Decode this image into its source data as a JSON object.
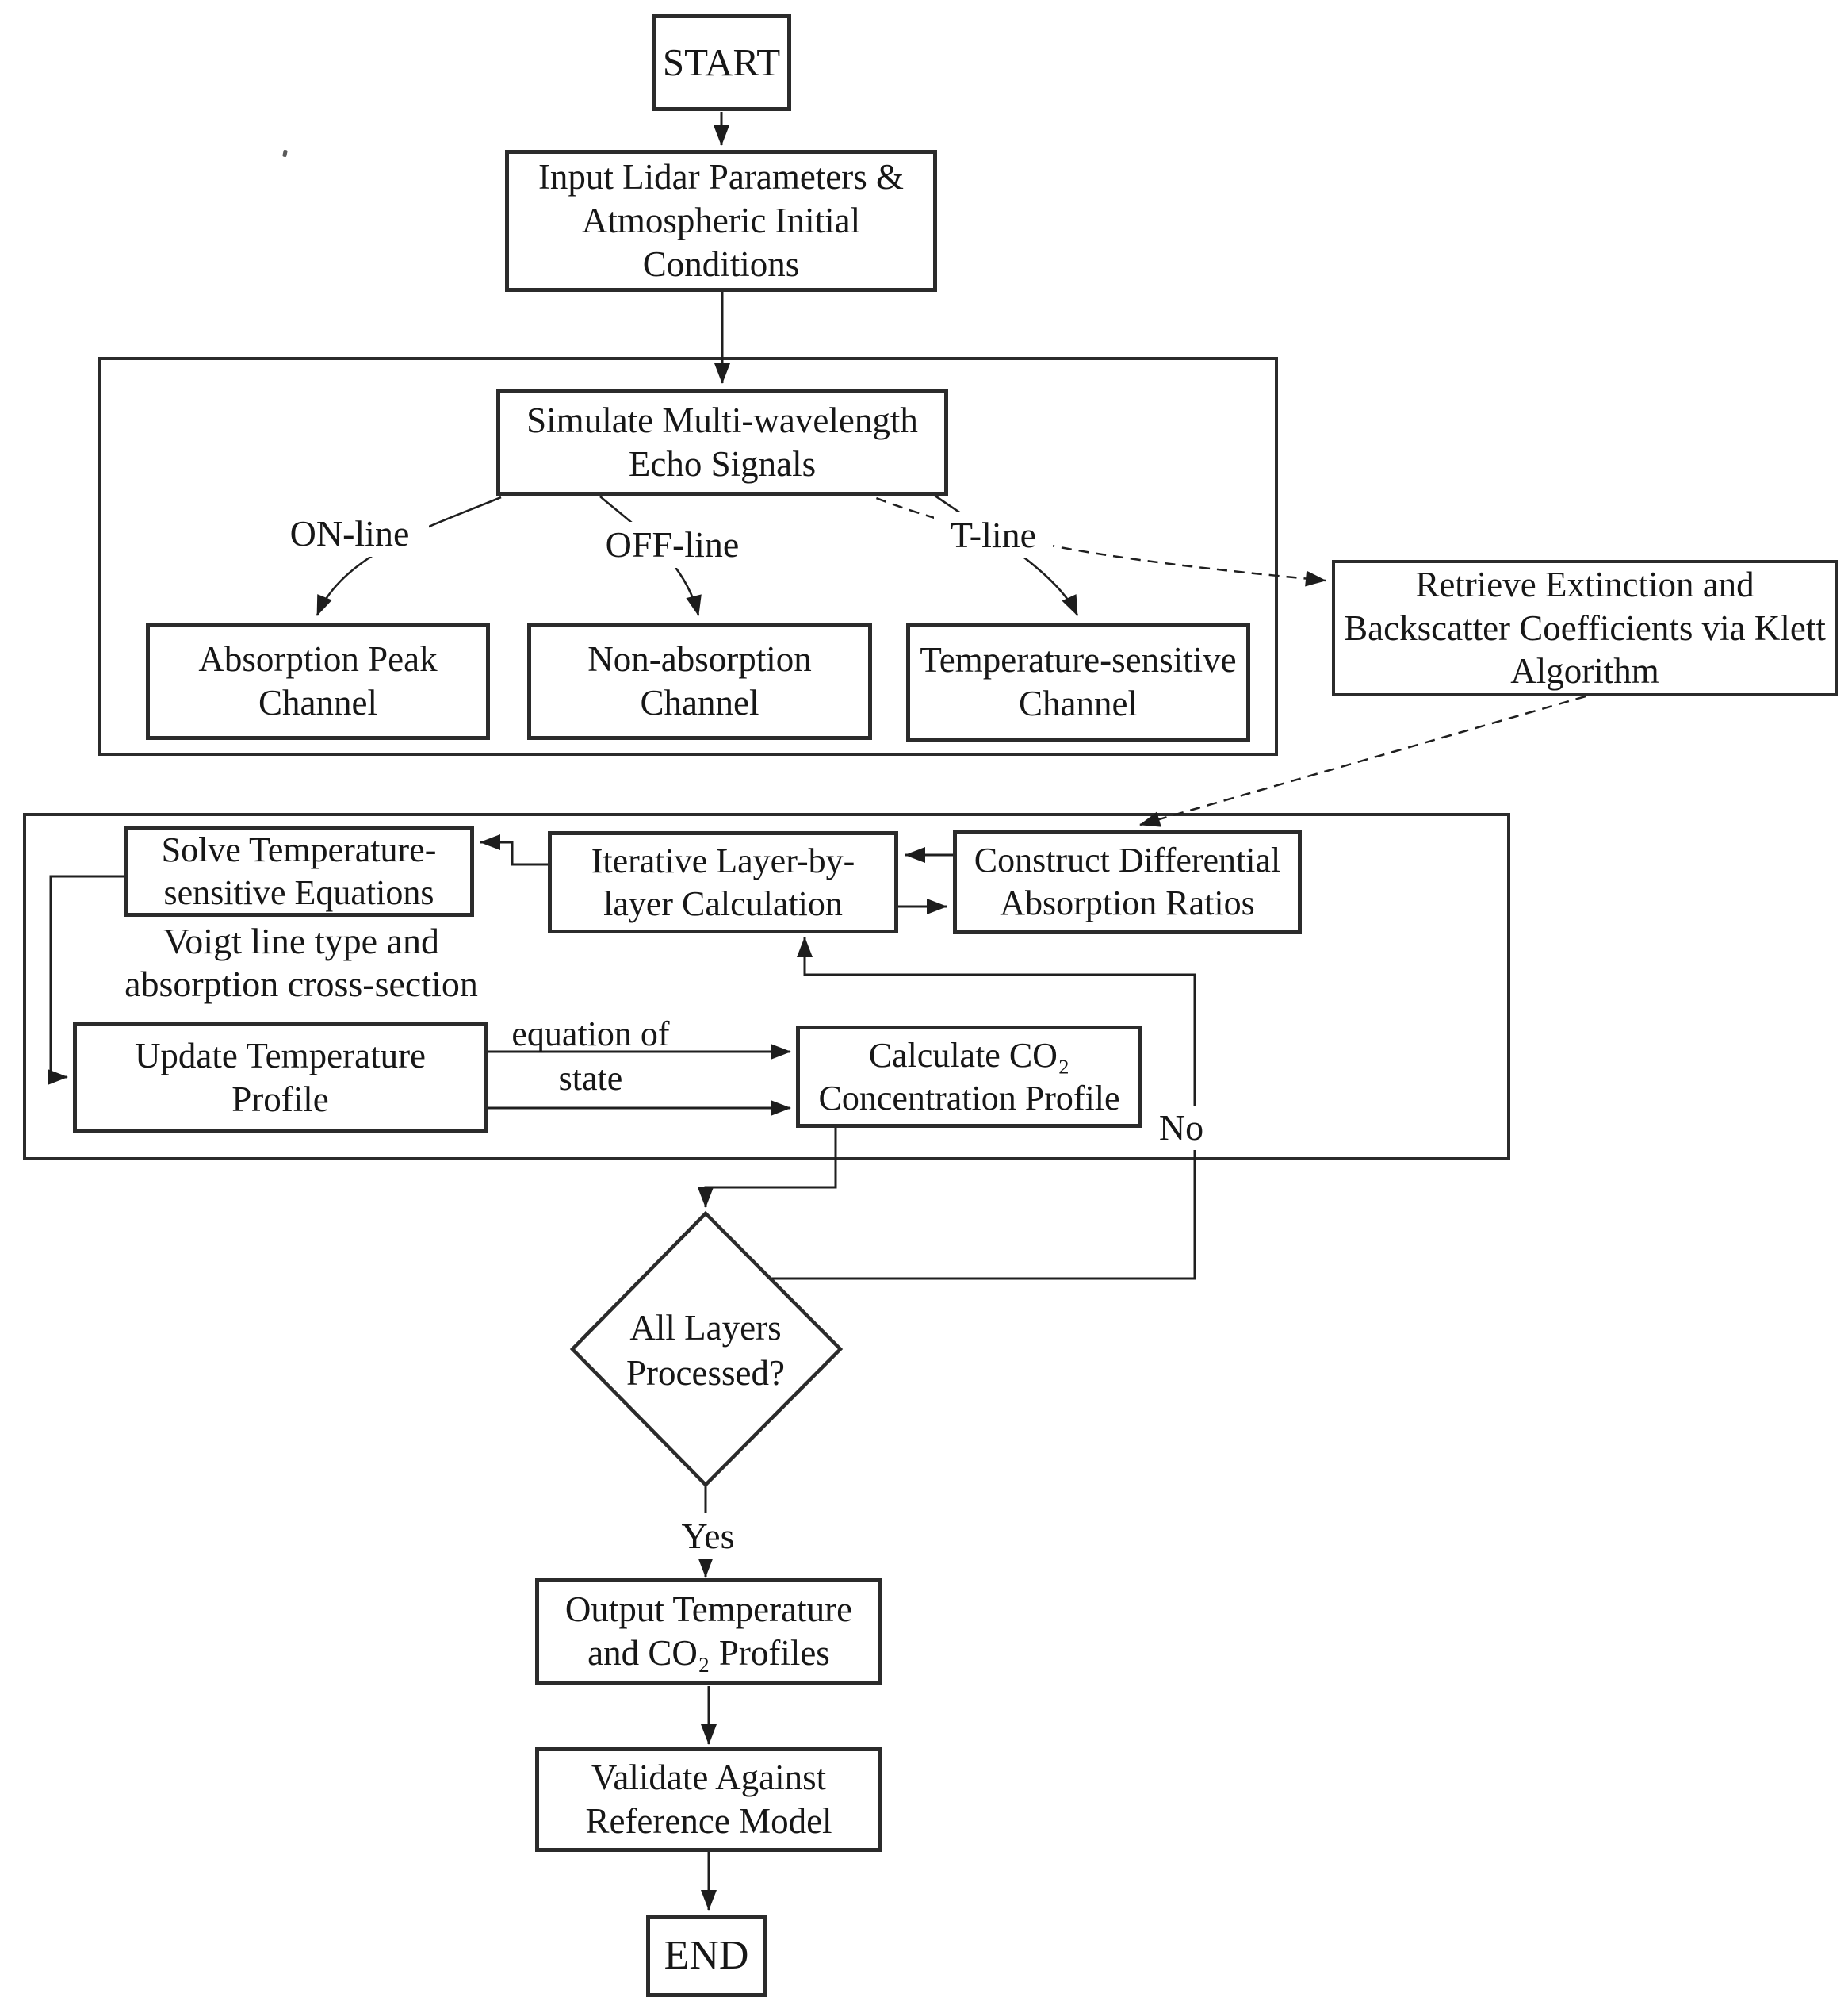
{
  "page": {
    "background": "#ffffff",
    "ink": "#1f1f1f",
    "border": "#2b2b2b"
  },
  "flowchart": {
    "nodes": {
      "start": "START",
      "input": "Input Lidar Parameters & Atmospheric Initial Conditions",
      "simulate": "Simulate Multi-wavelength Echo Signals",
      "absorption_peak": "Absorption Peak Channel",
      "non_absorption": "Non-absorption Channel",
      "temperature_channel": "Temperature-sensitive Channel",
      "klett": "Retrieve Extinction and Backscatter Coefficients via Klett Algorithm",
      "solve": "Solve Temperature-sensitive Equations",
      "iterative": "Iterative Layer-by-layer Calculation",
      "construct": "Construct Differential Absorption Ratios",
      "update": "Update Temperature Profile",
      "calculate": "Calculate CO₂ Concentration Profile",
      "decision": "All Layers Processed?",
      "output": "Output Temperature and CO₂ Profiles",
      "validate": "Validate Against Reference Model",
      "end": "END"
    },
    "labels": {
      "on_line": "ON-line",
      "off_line": "OFF-line",
      "t_line": "T-line",
      "voigt": "Voigt line type and absorption cross-section",
      "equation_of_state": "equation of state",
      "no": "No",
      "yes": "Yes"
    }
  }
}
